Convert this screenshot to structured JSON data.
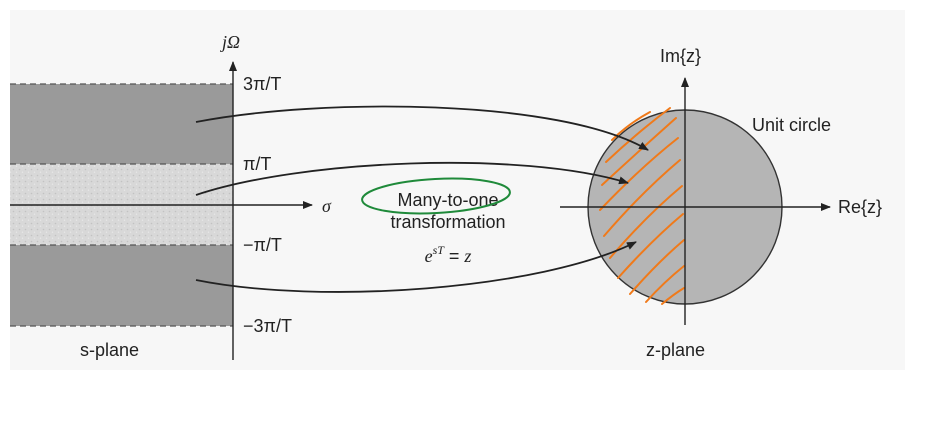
{
  "s_plane": {
    "axis_label_imag": "jΩ",
    "axis_label_real": "σ",
    "ticks": [
      "3π/T",
      "π/T",
      "−π/T",
      "−3π/T"
    ],
    "plane_label": "s-plane"
  },
  "mapping": {
    "line1": "Many-to-one",
    "line2": "transformation",
    "equation": "e^{sT} = z"
  },
  "z_plane": {
    "axis_label_imag": "Im{z}",
    "axis_label_real": "Re{z}",
    "circle_label": "Unit circle",
    "plane_label": "z-plane"
  },
  "colors": {
    "band_dark": "#9a9a9a",
    "band_light": "#dcdcdc",
    "disk": "#b5b5b5",
    "ink": "#222222",
    "annotation_green": "#1f8a3a",
    "annotation_orange": "#f07a1a"
  }
}
